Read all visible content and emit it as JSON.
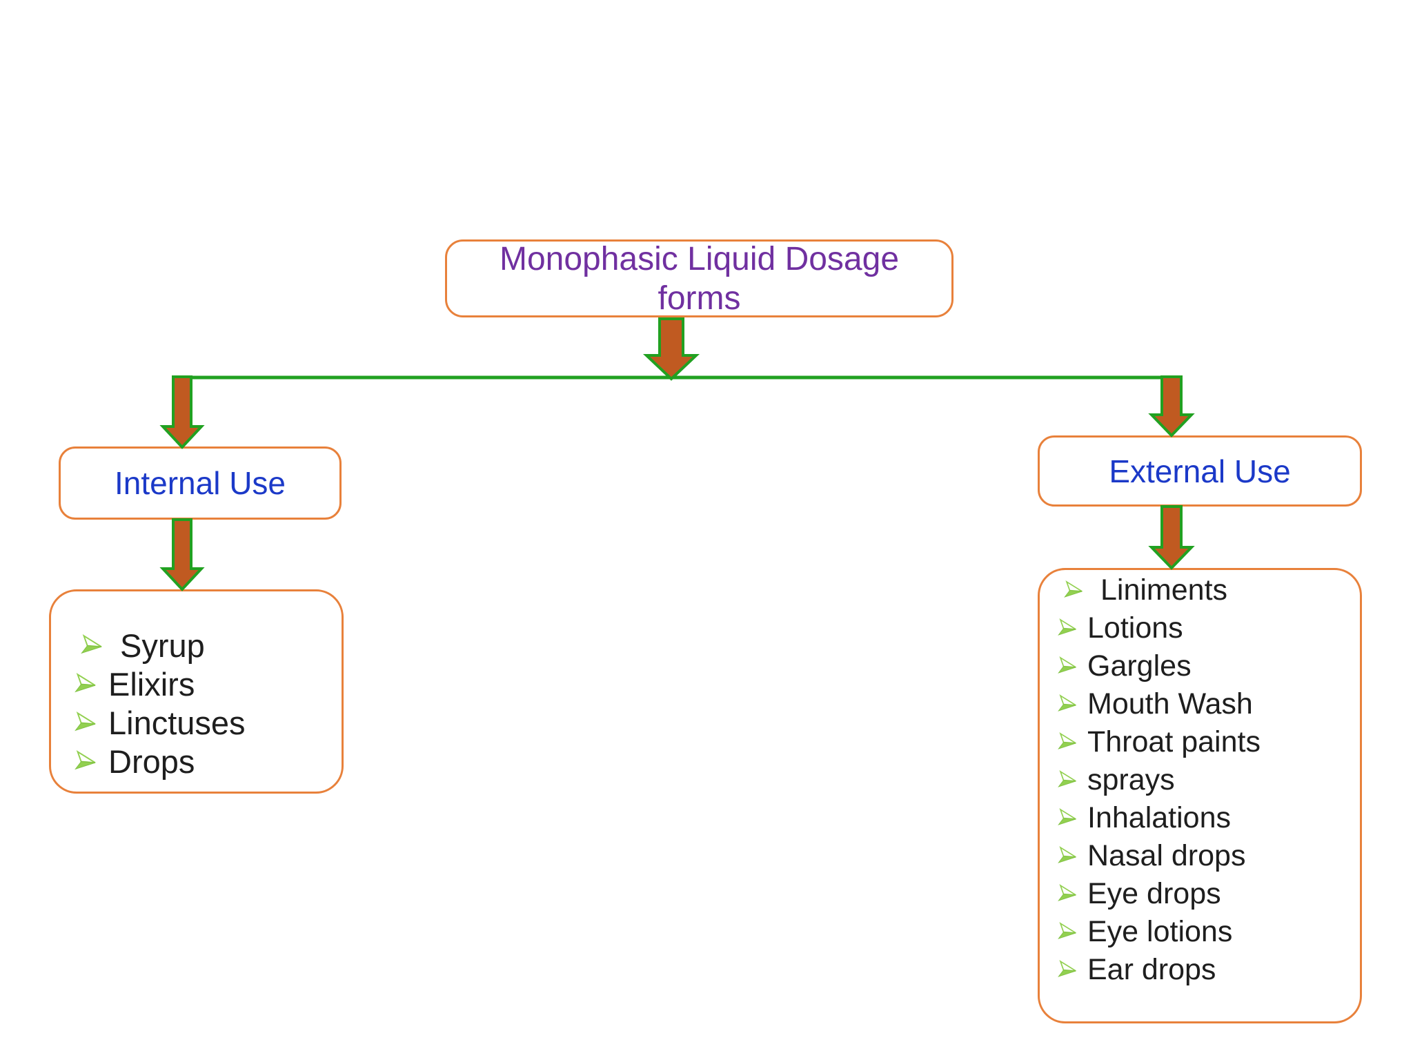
{
  "title": {
    "line1": "Monophasic Liquid Dosage",
    "line2": "forms"
  },
  "internal": {
    "label": "Internal Use",
    "items": [
      "Syrup",
      "Elixirs",
      "Linctuses",
      "Drops"
    ]
  },
  "external": {
    "label": "External Use",
    "items": [
      "Liniments",
      "Lotions",
      "Gargles",
      "Mouth Wash",
      "Throat paints",
      "sprays",
      "Inhalations",
      "Nasal drops",
      "Eye drops",
      "Eye lotions",
      "Ear drops"
    ]
  },
  "icons": {
    "bullet": "arrowhead-bullet",
    "arrow": "block-arrow-down"
  },
  "theme": {
    "page_bg": "#ffffff",
    "box_border_orange": "#E8813B",
    "arrow_fill_orange": "#C05A21",
    "connector_green": "#21A121",
    "bullet_green": "#92D050",
    "bullet_green_dark": "#7FC142",
    "title_purple": "#7030A0",
    "label_blue": "#1B39C8",
    "item_text": "#1E1E1E"
  }
}
